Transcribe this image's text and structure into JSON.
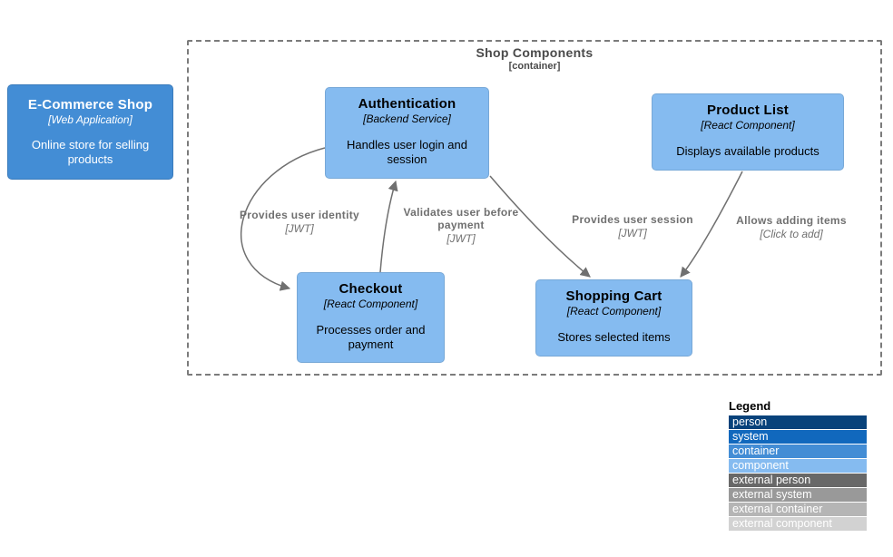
{
  "colors": {
    "person": "#08427B",
    "system": "#1168BD",
    "container": "#438DD5",
    "component": "#85BBF0",
    "external_person": "#686868",
    "external_system": "#999999",
    "external_container": "#B5B5B5",
    "external_component": "#D2D2D2",
    "arrow": "#707070"
  },
  "shop": {
    "title": "E-Commerce Shop",
    "type": "[Web Application]",
    "description": "Online store for selling products"
  },
  "boundary": {
    "title": "Shop Components",
    "subtitle": "[container]"
  },
  "components": {
    "authentication": {
      "title": "Authentication",
      "type": "[Backend Service]",
      "description": "Handles user login and session"
    },
    "product_list": {
      "title": "Product List",
      "type": "[React Component]",
      "description": "Displays available products"
    },
    "checkout": {
      "title": "Checkout",
      "type": "[React Component]",
      "description": "Processes order and payment"
    },
    "shopping_cart": {
      "title": "Shopping Cart",
      "type": "[React Component]",
      "description": "Stores selected items"
    }
  },
  "relationships": [
    {
      "label": "Provides user identity",
      "tech": "[JWT]"
    },
    {
      "label": "Validates user before payment",
      "tech": "[JWT]"
    },
    {
      "label": "Provides user session",
      "tech": "[JWT]"
    },
    {
      "label": "Allows adding items",
      "tech": "[Click to add]"
    }
  ],
  "legend": {
    "title": "Legend",
    "items": [
      {
        "label": "person",
        "color": "#08427B"
      },
      {
        "label": "system",
        "color": "#1168BD"
      },
      {
        "label": "container",
        "color": "#438DD5"
      },
      {
        "label": "component",
        "color": "#85BBF0"
      },
      {
        "label": "external person",
        "color": "#686868"
      },
      {
        "label": "external system",
        "color": "#999999"
      },
      {
        "label": "external container",
        "color": "#B5B5B5"
      },
      {
        "label": "external component",
        "color": "#D2D2D2"
      }
    ]
  }
}
